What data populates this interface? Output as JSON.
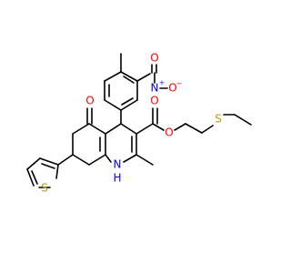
{
  "molecule": {
    "atoms": {
      "nitro_n": "N",
      "nitro_o_top": "O",
      "nitro_o_right": "O",
      "oxo_o": "O",
      "ester_o_carbonyl": "O",
      "ester_o_link": "O",
      "thioether_s": "S",
      "thiophene_s": "S",
      "amine_n": "N",
      "amine_h": "H"
    },
    "charges": {
      "nitro_n": "+",
      "nitro_o": "−"
    },
    "colors": {
      "bond": "#000000",
      "oxygen": "#ff0000",
      "nitrogen": "#0000ff",
      "sulfur": "#b8a000"
    }
  }
}
